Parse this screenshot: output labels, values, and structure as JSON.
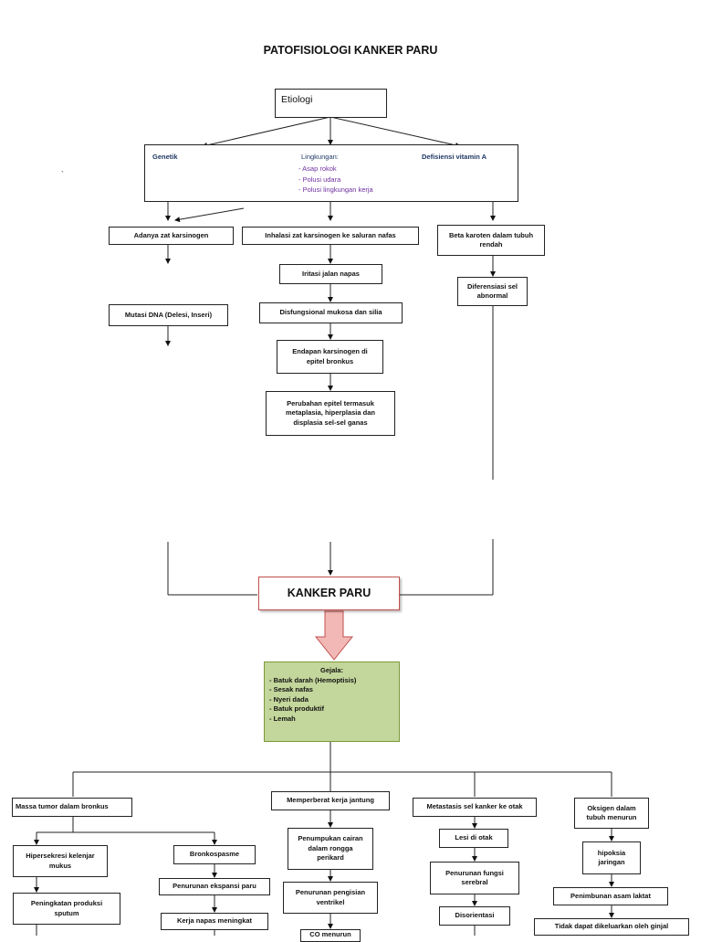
{
  "title": "PATOFISIOLOGI KANKER PARU",
  "etiologi": "Etiologi",
  "factors": {
    "genetik": "Genetik",
    "lingkungan": "Lingkungan:",
    "lingkungan_items": [
      "- Asap rokok",
      "- Polusi udara",
      "- Polusi lingkungan kerja"
    ],
    "vitamin": "Defisiensi vitamin A"
  },
  "stray_mark": "`",
  "left_col": {
    "b1": "Adanya zat karsinogen",
    "b2": "Mutasi DNA (Delesi, Inseri)"
  },
  "mid_col": {
    "b1": "Inhalasi zat karsinogen ke saluran nafas",
    "b2": "Iritasi jalan napas",
    "b3": "Disfungsional mukosa dan silia",
    "b4_lines": [
      "Endapan karsinogen di",
      "epitel bronkus"
    ],
    "b5_lines": [
      "Perubahan epitel termasuk",
      "metaplasia, hiperplasia dan",
      "displasia sel-sel ganas"
    ]
  },
  "right_col": {
    "b1_lines": [
      "Beta karoten dalam tubuh",
      "rendah"
    ],
    "b2_lines": [
      "Diferensiasi sel",
      "abnormal"
    ]
  },
  "kanker": "KANKER PARU",
  "gejala": {
    "heading": "Gejala:",
    "items": [
      "- Batuk darah (Hemoptisis)",
      "- Sesak nafas",
      "- Nyeri dada",
      "- Batuk produktif",
      "- Lemah"
    ]
  },
  "branch1": {
    "root": "Massa tumor dalam bronkus",
    "a_lines": [
      "Hipersekresi kelenjar",
      "mukus"
    ],
    "a2_lines": [
      "Peningkatan produksi",
      "sputum"
    ],
    "b1": "Bronkospasme",
    "b2": "Penurunan ekspansi paru",
    "b3": "Kerja napas meningkat"
  },
  "branch2": {
    "root": "Memperberat kerja jantung",
    "b1_lines": [
      "Penumpukan cairan",
      "dalam rongga",
      "perikard"
    ],
    "b2_lines": [
      "Penurunan pengisian",
      "ventrikel"
    ],
    "b3": "CO menurun"
  },
  "branch3": {
    "root": "Metastasis sel kanker ke otak",
    "b1": "Lesi di otak",
    "b2_lines": [
      "Penurunan fungsi",
      "serebral"
    ],
    "b3": "Disorientasi"
  },
  "branch4": {
    "root_lines": [
      "Oksigen dalam",
      "tubuh menurun"
    ],
    "b1_lines": [
      "hipoksia",
      "jaringan"
    ],
    "b2": "Penimbunan asam laktat",
    "b3": "Tidak dapat dikeluarkan oleh ginjal"
  },
  "colors": {
    "gejala_fill": "#c3d69b",
    "gejala_border": "#7a9a3a",
    "kanker_border": "#c0504d",
    "arrow_fill": "#f2b8b6",
    "arrow_stroke": "#c0504d",
    "genetik_text": "#1f3864",
    "lingkungan_text": "#7030a0"
  }
}
